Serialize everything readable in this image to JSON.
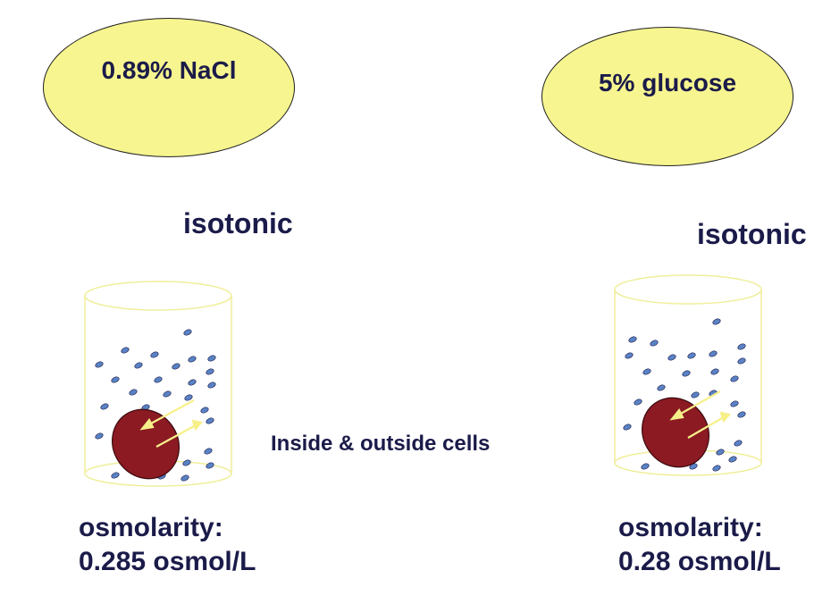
{
  "left": {
    "solution_label": "0.89% NaCl",
    "tonicity_label": "isotonic",
    "osmolarity_title": "osmolarity:",
    "osmolarity_value": "0.285 osmol/L"
  },
  "right": {
    "solution_label": "5% glucose",
    "tonicity_label": "isotonic",
    "osmolarity_title": "osmolarity:",
    "osmolarity_value": "0.28 osmol/L"
  },
  "center_label": "Inside & outside cells",
  "colors": {
    "oval_fill": "#f7f58f",
    "text": "#1b1b4a",
    "cell": "#8b1a22",
    "particle": "#5a82c4",
    "beaker_outline": "#f0ee9a",
    "arrow": "#f7f08a"
  }
}
